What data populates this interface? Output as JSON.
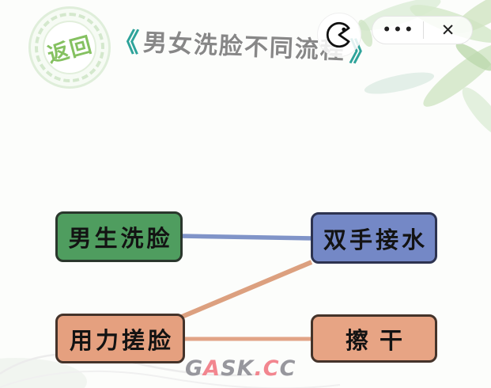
{
  "header": {
    "back_label": "返回",
    "bracket_left": "《",
    "title": "男女洗脸不同流程",
    "bracket_right": "》",
    "capsule": {
      "more_label": "•••",
      "close_label": "✕"
    },
    "game_icon": "pacman-icon"
  },
  "puzzle": {
    "nodes": [
      {
        "label": "男生洗脸",
        "color": "#4f9d5f",
        "position": "top-left"
      },
      {
        "label": "双手接水",
        "color": "#7488c6",
        "position": "top-right"
      },
      {
        "label": "用力搓脸",
        "color": "#e5a07f",
        "position": "bottom-left"
      },
      {
        "label": "擦干",
        "color": "#e7a484",
        "position": "bottom-right"
      }
    ],
    "connections": [
      {
        "from": "男生洗脸",
        "to": "双手接水",
        "color": "#8094c8"
      },
      {
        "from": "双手接水",
        "to": "用力搓脸",
        "color": "#dca07f"
      },
      {
        "from": "用力搓脸",
        "to": "擦干",
        "color": "#e2a486"
      }
    ]
  },
  "watermark": {
    "text": "GASK.CC",
    "letters": [
      {
        "ch": "G",
        "color": "#97979d"
      },
      {
        "ch": "A",
        "color": "#f2868f"
      },
      {
        "ch": "S",
        "color": "#97979d"
      },
      {
        "ch": "K",
        "color": "#97979d"
      },
      {
        "ch": ".",
        "color": "#f2868f"
      },
      {
        "ch": "C",
        "color": "#f2868f"
      },
      {
        "ch": "C",
        "color": "#97979d"
      }
    ]
  }
}
